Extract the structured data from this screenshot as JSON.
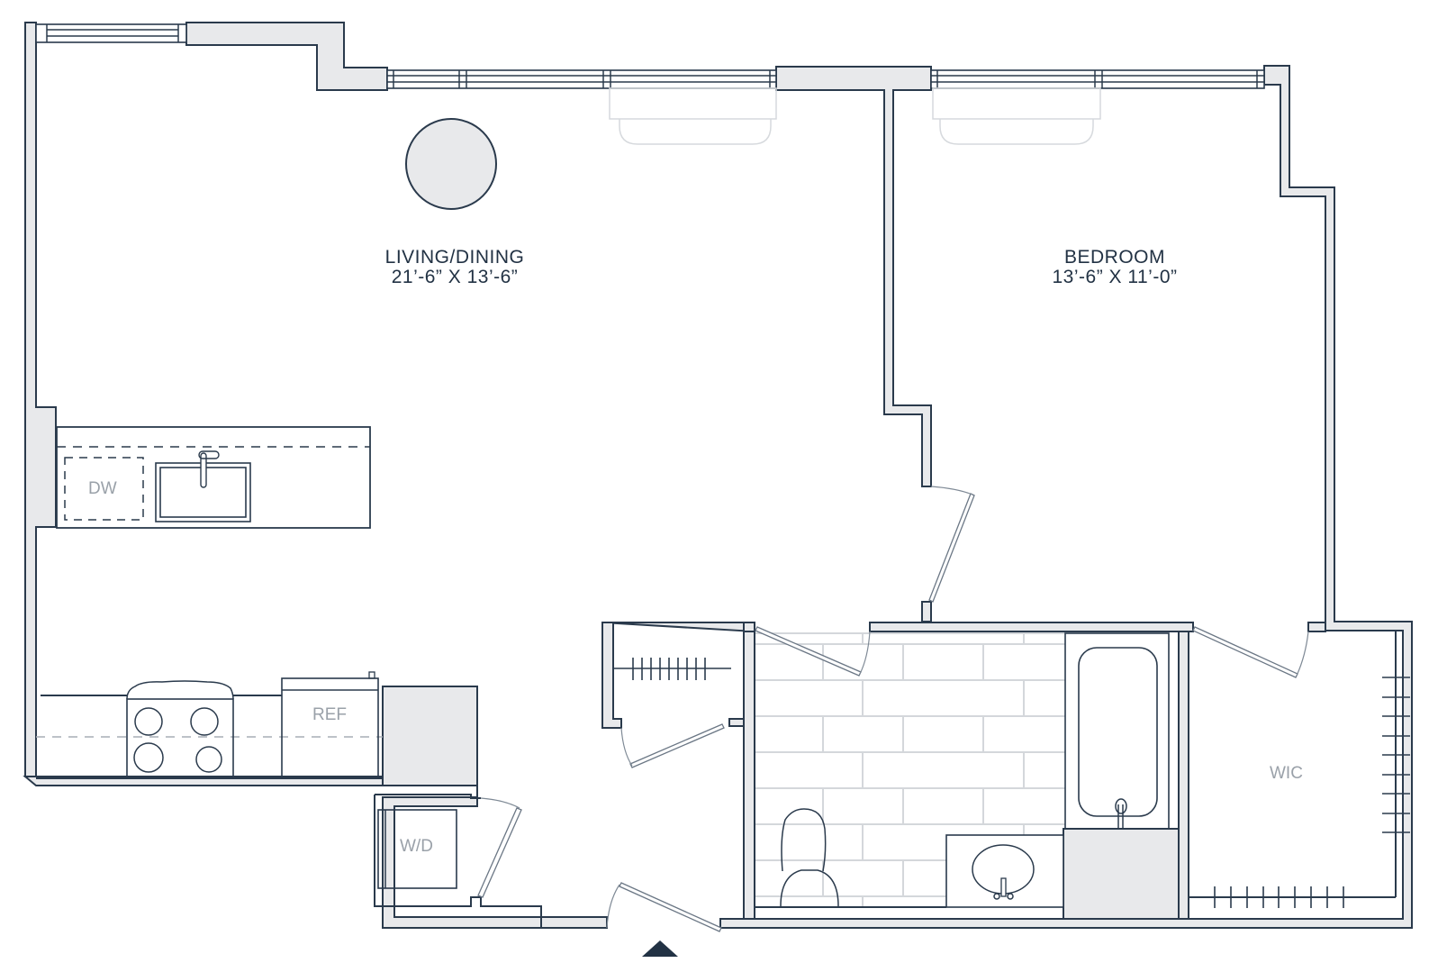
{
  "floor_plan": {
    "colors": {
      "wall_fill": "#e8e9eb",
      "wall_stroke": "#2a3a4c",
      "label_text": "#223244",
      "appliance_text": "#9aa1a9",
      "tile_lines": "#d4d7db",
      "background": "#ffffff"
    },
    "rooms": [
      {
        "id": "living-dining",
        "name": "LIVING/DINING",
        "dimensions": "21’-6” X 13’-6”"
      },
      {
        "id": "bedroom",
        "name": "BEDROOM",
        "dimensions": "13’-6” X 11’-0”"
      }
    ],
    "appliances": {
      "dishwasher": "DW",
      "refrigerator": "REF",
      "washer_dryer": "W/D",
      "walk_in_closet": "WIC"
    },
    "icons": {
      "entry": "entry-arrow-up-icon",
      "column": "round-column-icon",
      "sink": "sink-icon",
      "stove": "stove-icon",
      "toilet": "toilet-icon",
      "bathtub": "bathtub-icon",
      "vanity": "vanity-sink-icon"
    }
  }
}
